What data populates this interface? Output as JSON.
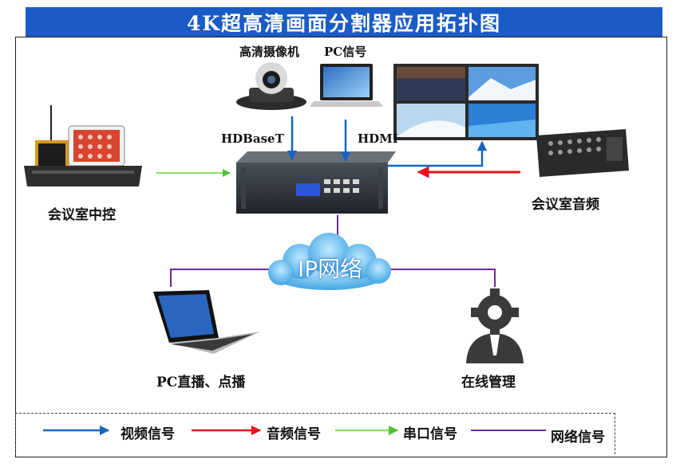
{
  "title": "4K超高清画面分割器应用拓扑图",
  "devices": {
    "camera": "高清摄像机",
    "pc_signal": "PC信号",
    "control": "会议室中控",
    "audio": "会议室音频",
    "pc_live": "PC直播、点播",
    "online_mgmt": "在线管理"
  },
  "links": {
    "hdbaset": "HDBaseT",
    "hdmi": "HDMI"
  },
  "cloud_label": "IP网络",
  "legend": {
    "video": "视频信号",
    "audio": "音频信号",
    "serial": "串口信号",
    "network": "网络信号"
  },
  "colors": {
    "video": "#1565c0",
    "audio": "#e8141e",
    "serial": "#86e36a",
    "network": "#6a2a9a",
    "title_bg": "#1a5bc6"
  }
}
